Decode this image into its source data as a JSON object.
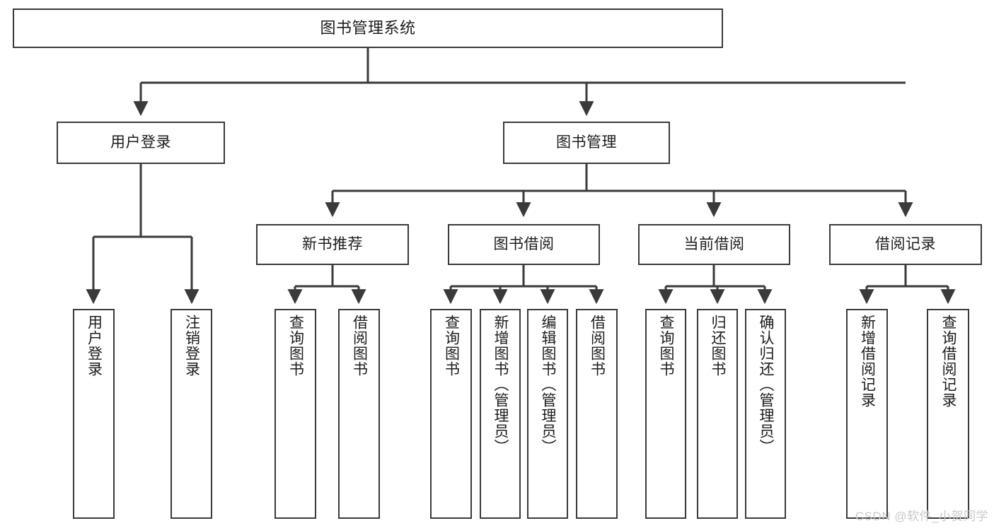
{
  "diagram": {
    "title": "图书管理系统",
    "type": "functional-structure-tree",
    "watermark": "CSDN @软件_小贺同学",
    "colors": {
      "box_border": "#3a3a3a",
      "edge": "#3a3a3a",
      "background": "#ffffff",
      "text": "#1c1c1c",
      "watermark": "#c9c9c9"
    },
    "nodes": {
      "root": {
        "label": "图书管理系统"
      },
      "level2": [
        {
          "label": "用户登录"
        },
        {
          "label": "图书管理"
        }
      ],
      "level3": [
        {
          "label": "新书推荐"
        },
        {
          "label": "图书借阅"
        },
        {
          "label": "当前借阅"
        },
        {
          "label": "借阅记录"
        }
      ],
      "leaves": {
        "user_login": [
          {
            "label": "用户登录"
          },
          {
            "label": "注销登录"
          }
        ],
        "new_book_recommend": [
          {
            "label": "查询图书"
          },
          {
            "label": "借阅图书"
          }
        ],
        "book_borrow": [
          {
            "label": "查询图书"
          },
          {
            "label": "新增图书（管理员）"
          },
          {
            "label": "编辑图书（管理员）"
          },
          {
            "label": "借阅图书"
          }
        ],
        "current_borrow": [
          {
            "label": "查询图书"
          },
          {
            "label": "归还图书"
          },
          {
            "label": "确认归还（管理员）"
          }
        ],
        "borrow_records": [
          {
            "label": "新增借阅记录"
          },
          {
            "label": "查询借阅记录"
          }
        ]
      }
    }
  }
}
